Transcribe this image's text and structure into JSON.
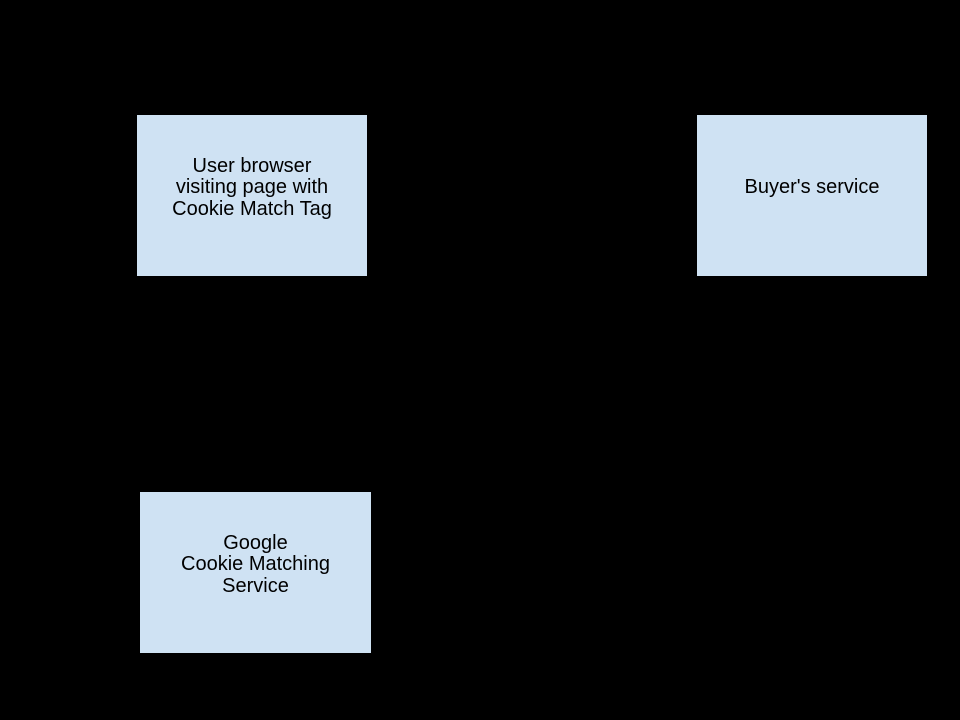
{
  "canvas": {
    "background_color": "#000000"
  },
  "node_style": {
    "fill_color": "#cfe2f3",
    "border_color": "#000000",
    "text_color": "#000000"
  },
  "nodes": [
    {
      "id": "user-browser",
      "lines": [
        "User browser",
        "visiting page with",
        "Cookie Match Tag"
      ]
    },
    {
      "id": "buyers-service",
      "lines": [
        "Buyer's service"
      ]
    },
    {
      "id": "google-cookie-matching-service",
      "lines": [
        "Google",
        "Cookie Matching",
        "Service"
      ]
    }
  ]
}
